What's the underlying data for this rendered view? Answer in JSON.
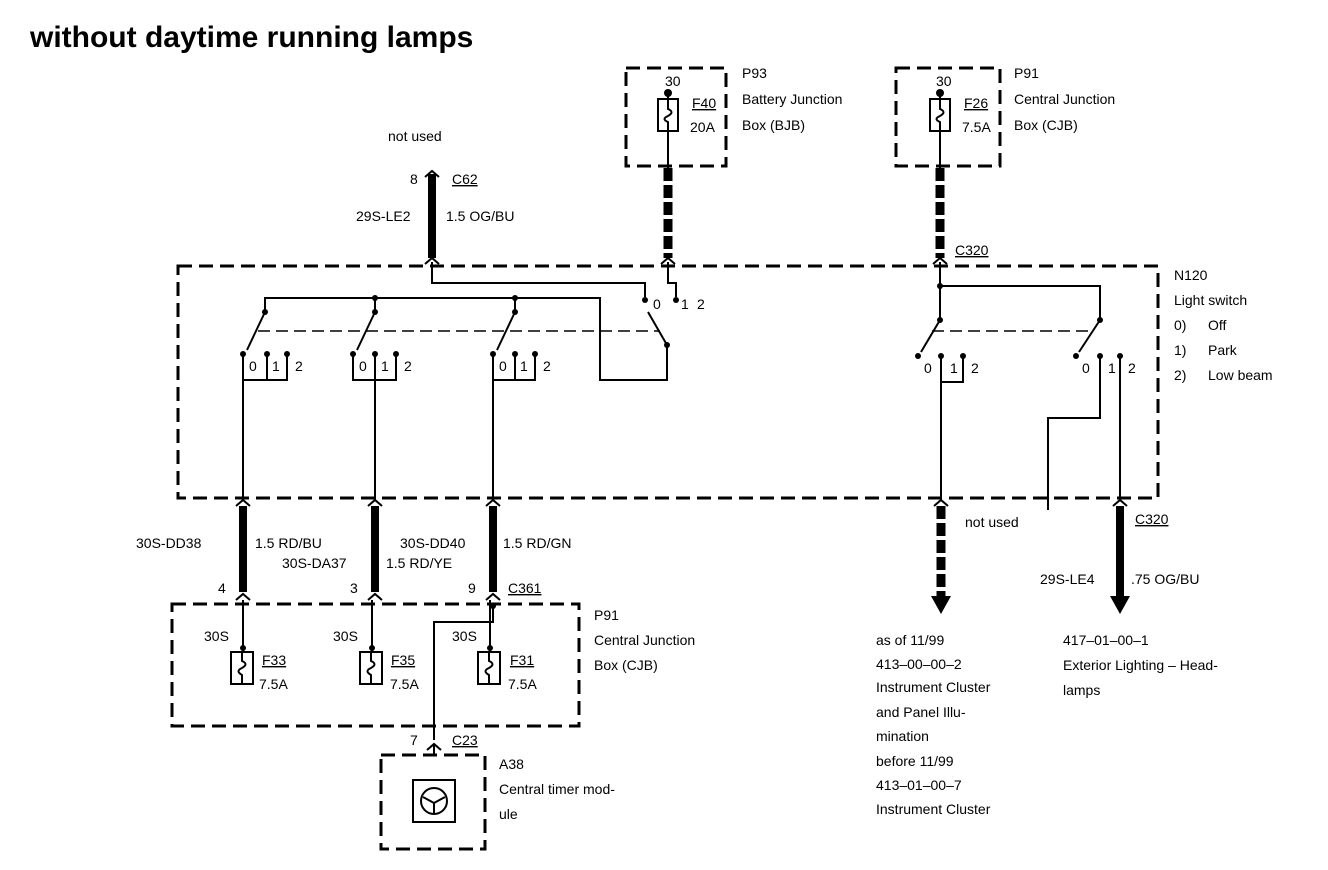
{
  "title": "without daytime running lamps",
  "top_left": {
    "note": "not used",
    "pin": "8",
    "connector": "C62",
    "circuit": "29S-LE2",
    "wire": "1.5 OG/BU"
  },
  "p93": {
    "id": "P93",
    "name_line1": "Battery Junction",
    "name_line2": "Box (BJB)",
    "terminal": "30",
    "fuse": "F40",
    "rating": "20A"
  },
  "p91_top": {
    "id": "P91",
    "name_line1": "Central Junction",
    "name_line2": "Box (CJB)",
    "terminal": "30",
    "fuse": "F26",
    "rating": "7.5A",
    "connector": "C320"
  },
  "n120": {
    "id": "N120",
    "name": "Light switch",
    "positions": [
      {
        "num": "0)",
        "label": "Off"
      },
      {
        "num": "1)",
        "label": "Park"
      },
      {
        "num": "2)",
        "label": "Low beam"
      }
    ]
  },
  "switch_terms": {
    "t0": "0",
    "t1": "1",
    "t2": "2"
  },
  "outputs": {
    "c1": {
      "circuit": "30S-DD38",
      "wire": "1.5 RD/BU",
      "pin": "4"
    },
    "c2": {
      "circuit": "30S-DA37",
      "wire": "1.5 RD/YE",
      "pin": "3"
    },
    "c3": {
      "circuit": "30S-DD40",
      "wire": "1.5 RD/GN",
      "pin": "9"
    },
    "connector": "C361"
  },
  "p91_bottom": {
    "id": "P91",
    "name_line1": "Central Junction",
    "name_line2": "Box (CJB)",
    "fuses": [
      {
        "terminal": "30S",
        "fuse": "F33",
        "rating": "7.5A"
      },
      {
        "terminal": "30S",
        "fuse": "F35",
        "rating": "7.5A"
      },
      {
        "terminal": "30S",
        "fuse": "F31",
        "rating": "7.5A"
      }
    ]
  },
  "a38": {
    "pin": "7",
    "connector": "C23",
    "id": "A38",
    "name_line1": "Central timer mod-",
    "name_line2": "ule"
  },
  "right_side": {
    "note": "not used",
    "connector": "C320",
    "circuit": "29S-LE4",
    "wire": ".75 OG/BU"
  },
  "ref_cluster": [
    "as of 11/99",
    "413–00–00–2",
    "Instrument Cluster",
    "and Panel Illu-",
    "mination",
    "before 11/99",
    "413–01–00–7",
    "Instrument Cluster"
  ],
  "ref_headlamps": [
    "417–01–00–1",
    "Exterior Lighting – Head-",
    "lamps"
  ]
}
